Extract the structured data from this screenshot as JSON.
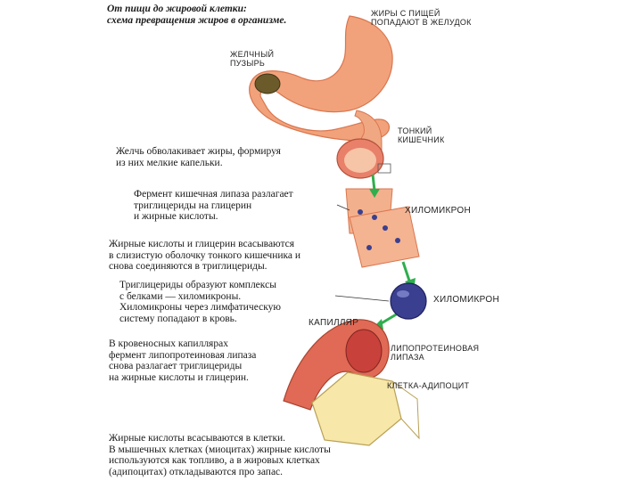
{
  "title": "От пищи до жировой клетки:\nсхема превращения жиров в организме.",
  "labels": {
    "stomach": "ЖИРЫ С ПИЩЕЙ\nПОПАДАЮТ В ЖЕЛУДОК",
    "gallbladder": "ЖЕЛЧНЫЙ\nПУЗЫРЬ",
    "small_intestine": "ТОНКИЙ\nКИШЕЧНИК",
    "chylomicron_1": "ХИЛОМИКРОН",
    "chylomicron_2": "ХИЛОМИКРОН",
    "capillary": "КАПИЛЛЯР",
    "lipoprotein_lipase": "ЛИПОПРОТЕИНОВАЯ\nЛИПАЗА",
    "adipocyte": "КЛЕТКА-АДИПОЦИТ"
  },
  "steps": {
    "bile": "Желчь обволакивает жиры, формируя\nиз них мелкие капельки.",
    "enzyme": "Фермент кишечная липаза разлагает\nтриглицериды на глицерин\nи жирные кислоты.",
    "absorb": "Жирные кислоты и глицерин всасываются\nв слизистую оболочку тонкого кишечника и\nснова соединяются в триглицериды.",
    "complex": "Триглицериды образуют комплексы\nс белками — хиломикроны.\nХиломикроны через лимфатическую\nсистему попадают в кровь.",
    "blood": "В кровеносных капиллярах\nфермент липопротеиновая липаза\nснова разлагает триглицериды\nна жирные кислоты и глицерин.",
    "cells": "Жирные кислоты всасываются в клетки.\nВ мышечных клетках (миоцитах) жирные кислоты\nиспользуются как топливо, а в жировых клетках\n(адипоцитах) откладываются про запас."
  },
  "colors": {
    "tissue": "#f2a27a",
    "tissue_dark": "#d9764f",
    "arrow": "#2fae4e",
    "chylomicron": "#3a3f8f",
    "capillary": "#e06a55"
  }
}
